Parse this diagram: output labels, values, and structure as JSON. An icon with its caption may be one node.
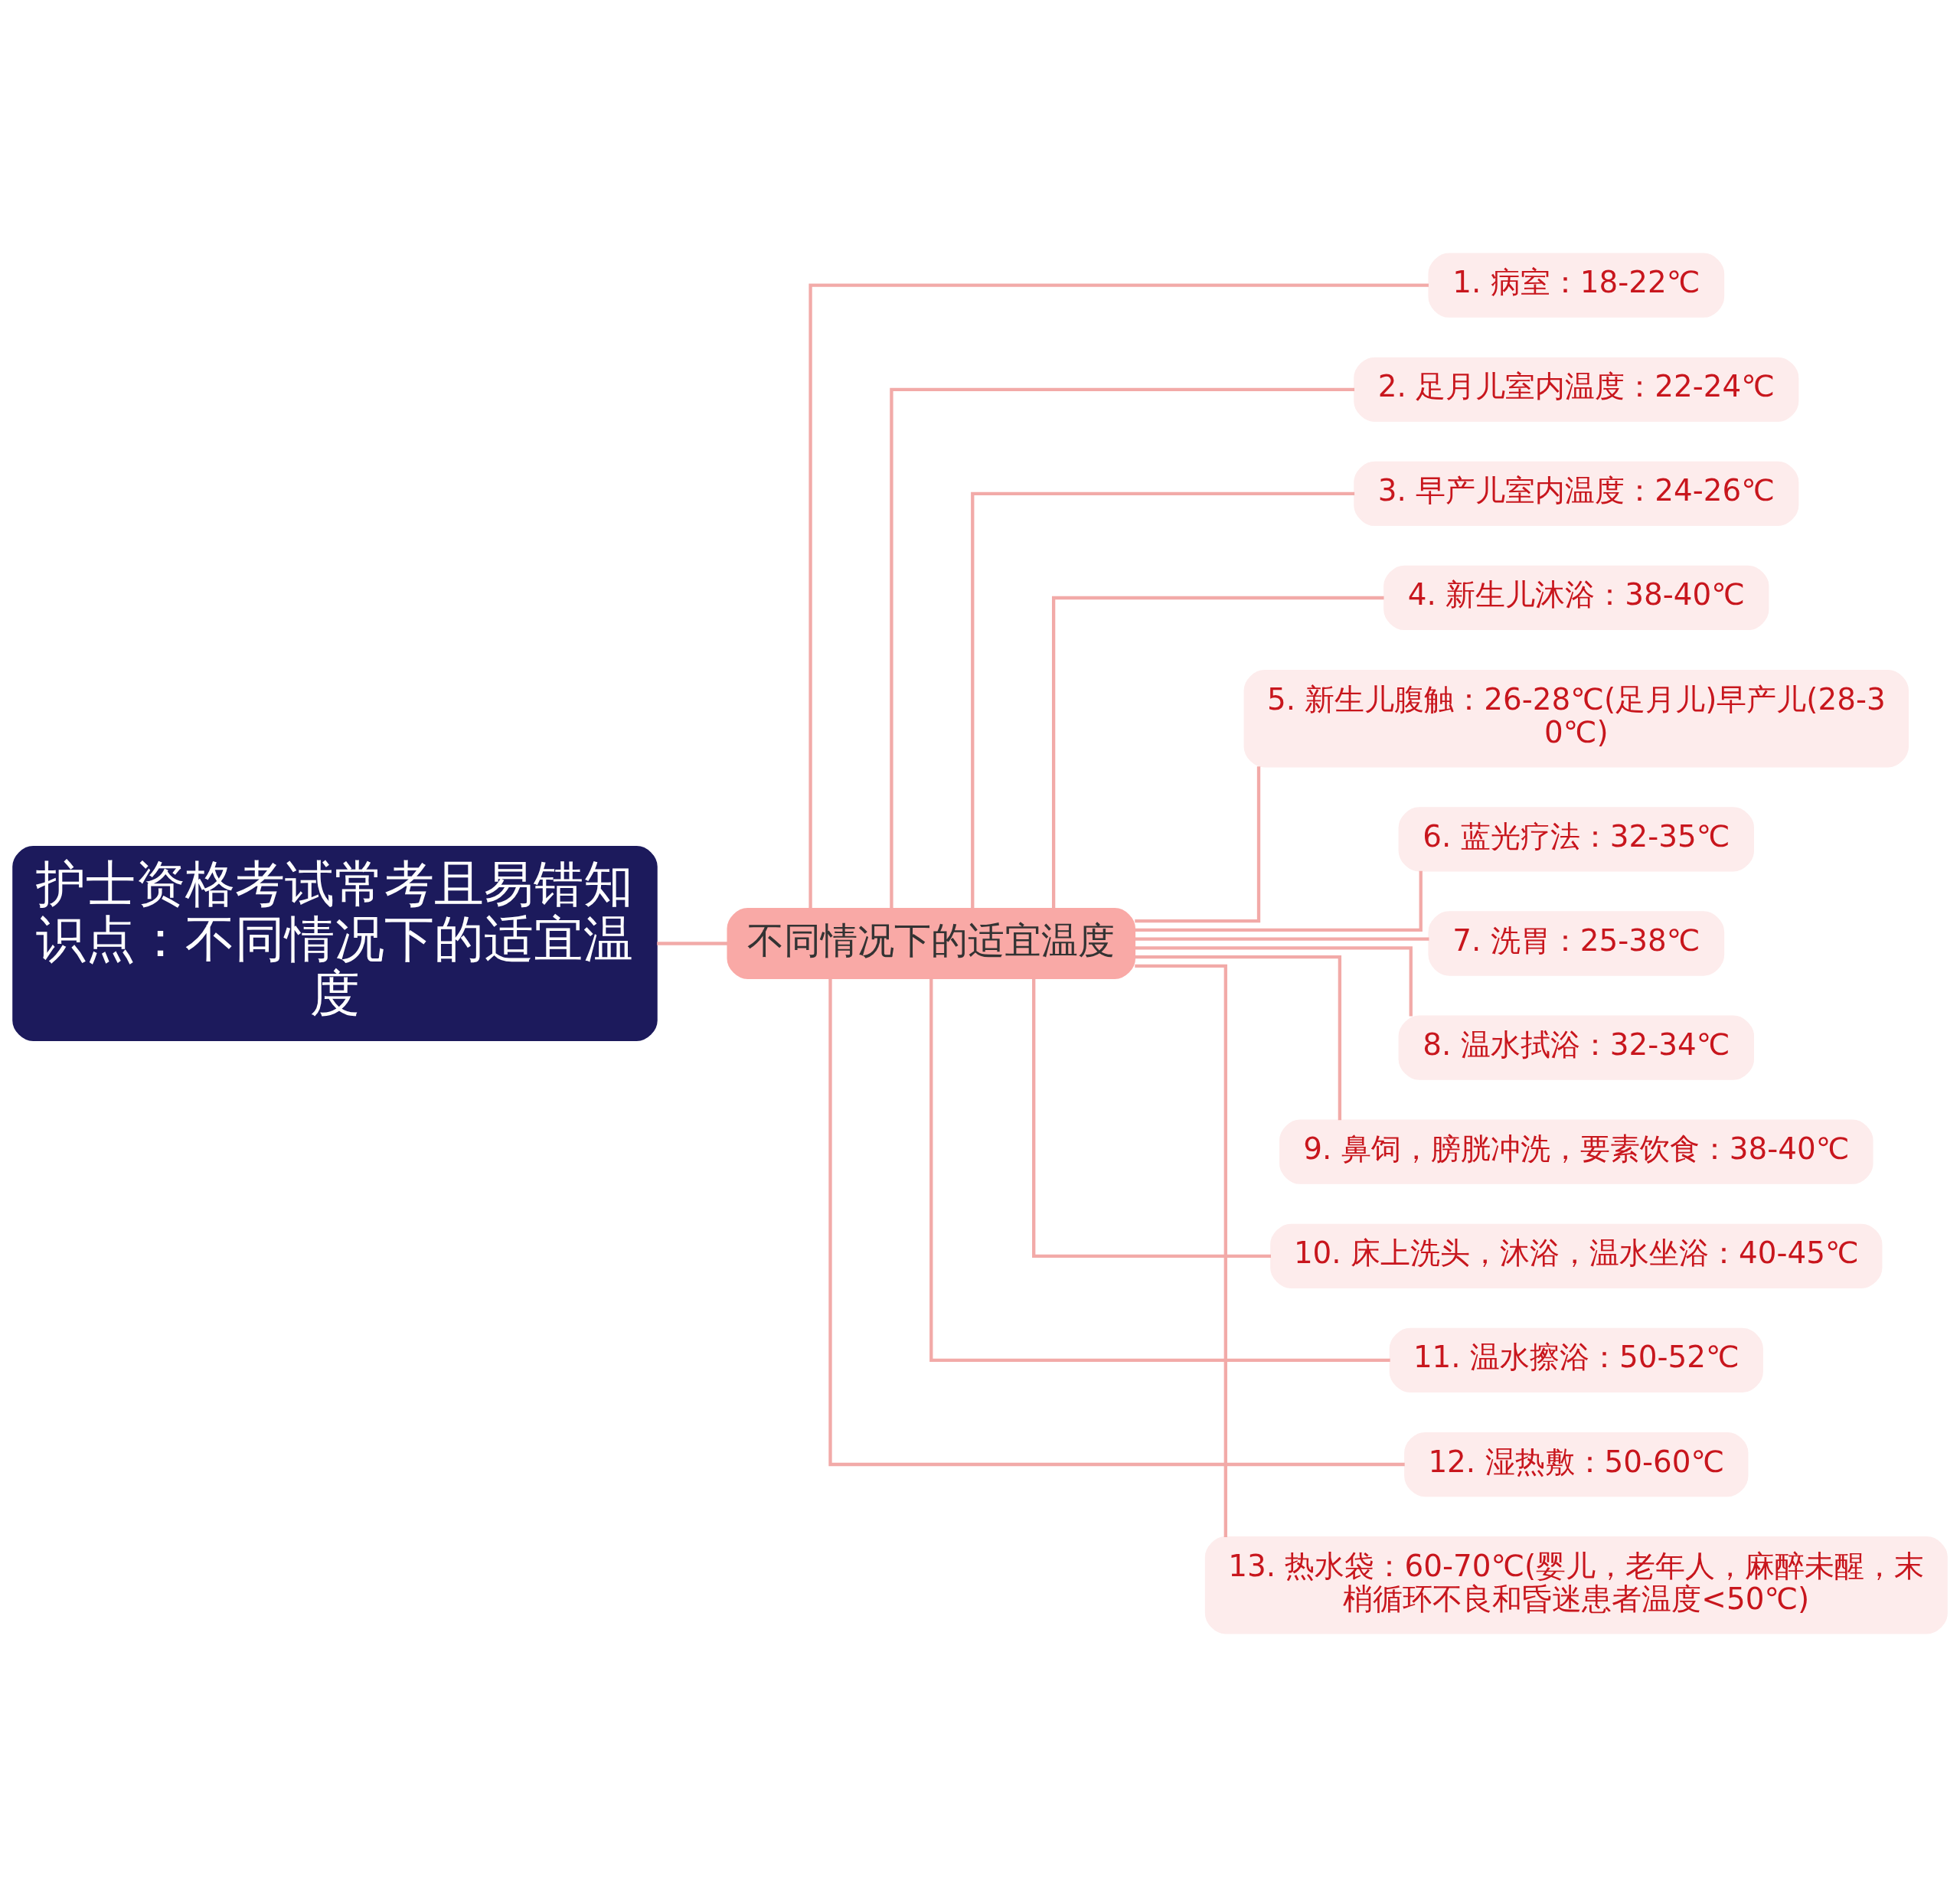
{
  "diagram": {
    "nodes": [
      {
        "text": [
          "护士资格考试常考且易错知识点：不同情况下的适宜温度"
        ]
      },
      {
        "text": [
          "不同情况下的适宜温度"
        ]
      },
      {
        "text": [
          "1. 病室：18-22℃"
        ]
      },
      {
        "text": [
          "2. 足月儿室内温度：22-24℃"
        ]
      },
      {
        "text": [
          "3. 早产儿室内温度：24-26℃"
        ]
      },
      {
        "text": [
          "4. 新生儿沐浴：38-40℃"
        ]
      },
      {
        "text": [
          "5. 新生儿腹触：26-28℃(足月儿)早产儿(28-30℃)"
        ]
      },
      {
        "text": [
          "6. 蓝光疗法：32-35℃"
        ]
      },
      {
        "text": [
          "7. 洗胃：25-38℃"
        ]
      },
      {
        "text": [
          "8. 温水拭浴：32-34℃"
        ]
      },
      {
        "text": [
          "9. 鼻饲，膀胱冲洗，要素饮食：38-40℃"
        ]
      },
      {
        "text": [
          "10. 床上洗头，沐浴，温水坐浴：40-45℃"
        ]
      },
      {
        "text": [
          "11. 温水擦浴：50-52℃"
        ]
      },
      {
        "text": [
          "12. 湿热敷：50-60℃"
        ]
      },
      {
        "text": [
          "13. 热水袋：60-70℃(婴儿，老年人，麻醉未醒，末梢循环不良和昏迷患者温度<50℃)"
        ]
      }
    ],
    "edges": [
      {
        "from": 0,
        "to": 1,
        "arrow": "none"
      },
      {
        "from": 1,
        "to": 2,
        "arrow": "none"
      },
      {
        "from": 1,
        "to": 3,
        "arrow": "none"
      },
      {
        "from": 1,
        "to": 4,
        "arrow": "none"
      },
      {
        "from": 1,
        "to": 5,
        "arrow": "none"
      },
      {
        "from": 1,
        "to": 6,
        "arrow": "none"
      },
      {
        "from": 1,
        "to": 7,
        "arrow": "none"
      },
      {
        "from": 1,
        "to": 8,
        "arrow": "none"
      },
      {
        "from": 1,
        "to": 9,
        "arrow": "none"
      },
      {
        "from": 1,
        "to": 10,
        "arrow": "none"
      },
      {
        "from": 1,
        "to": 11,
        "arrow": "none"
      },
      {
        "from": 1,
        "to": 12,
        "arrow": "none"
      },
      {
        "from": 1,
        "to": 13,
        "arrow": "none"
      },
      {
        "from": 1,
        "to": 14,
        "arrow": "none"
      }
    ]
  }
}
